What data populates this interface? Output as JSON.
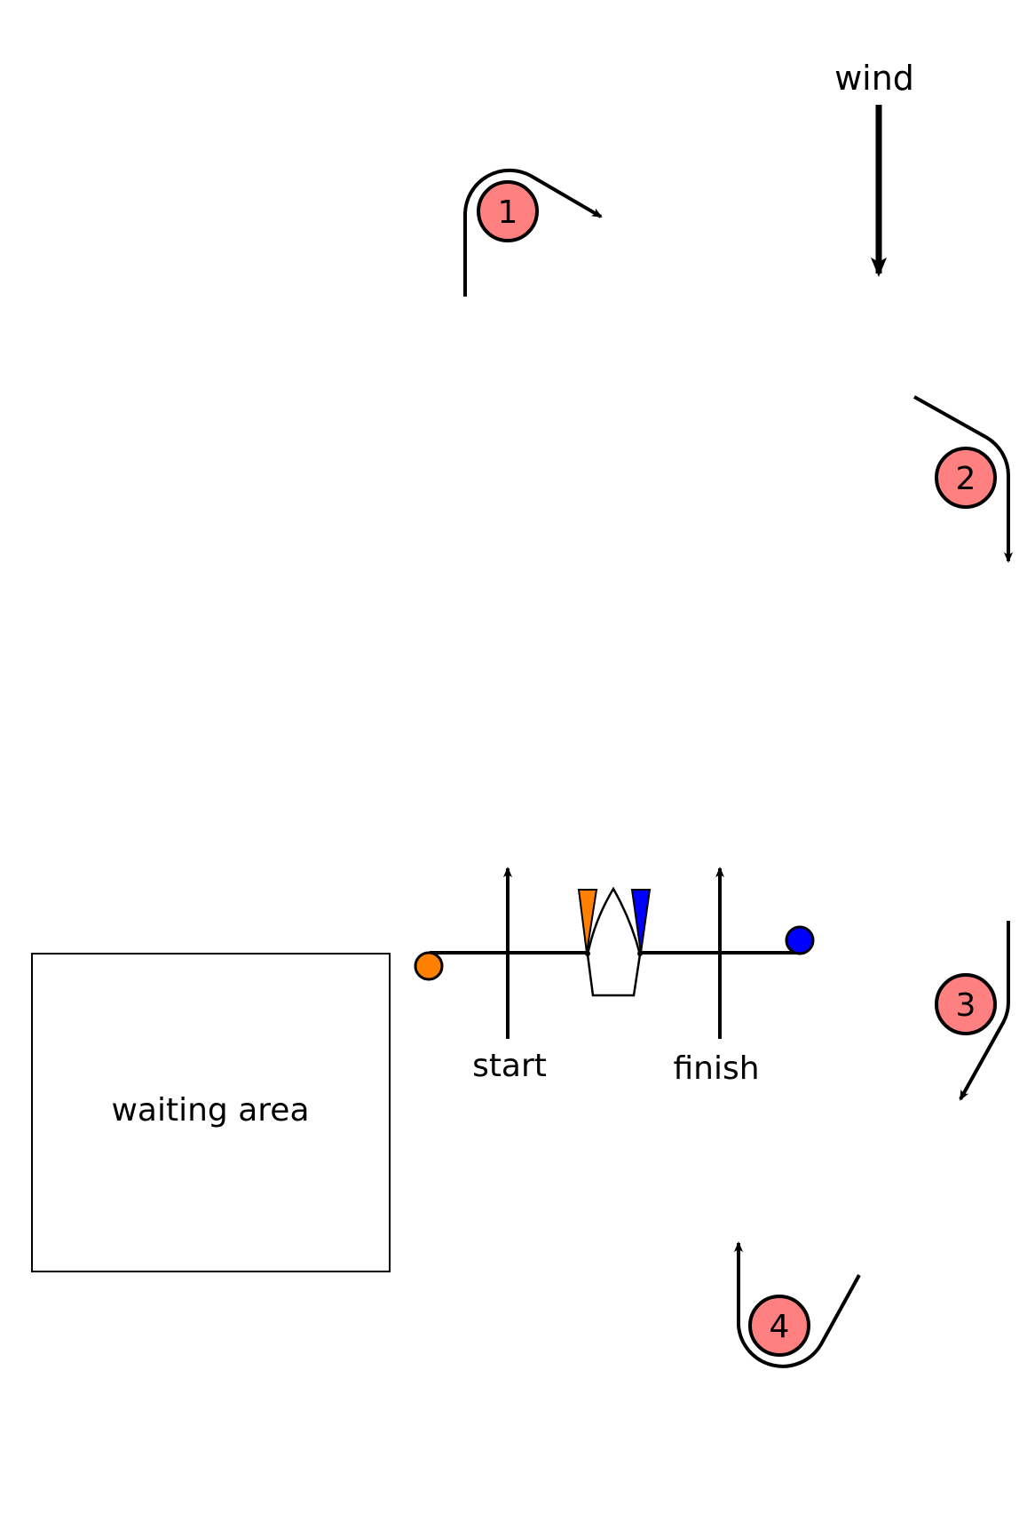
{
  "labels": {
    "wind": "wind",
    "start": "start",
    "finish": "finish",
    "waiting_area": "waiting area"
  },
  "marks": [
    {
      "number": "1"
    },
    {
      "number": "2"
    },
    {
      "number": "3"
    },
    {
      "number": "4"
    }
  ],
  "colors": {
    "mark_fill": "#ff8080",
    "start_buoy": "#ff8000",
    "finish_buoy": "#0000ff",
    "line": "#000000"
  }
}
